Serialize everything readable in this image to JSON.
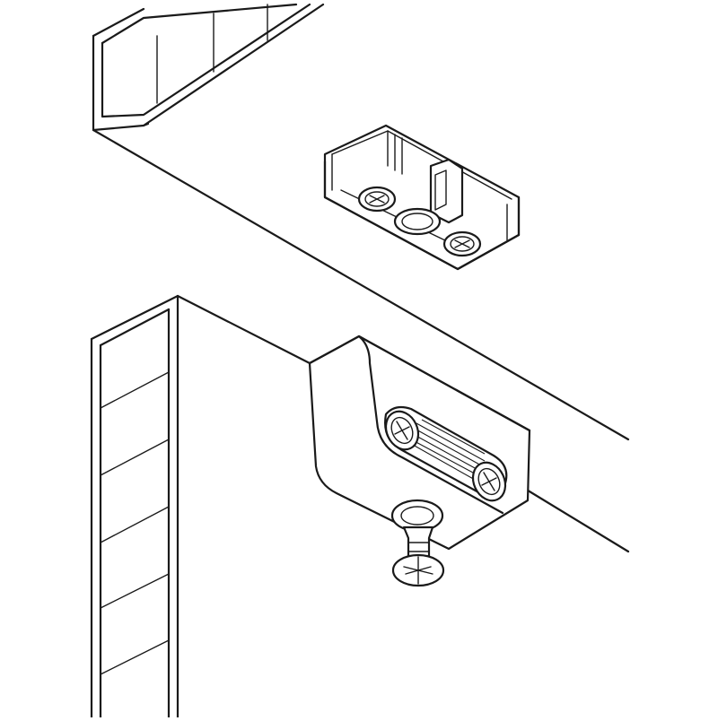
{
  "diagram": {
    "subject": "panel-connector-fitting",
    "parts": [
      {
        "name": "upper-panel-edge"
      },
      {
        "name": "cam-housing"
      },
      {
        "name": "lower-panel-edge"
      },
      {
        "name": "connector-block"
      },
      {
        "name": "mounting-screw"
      }
    ]
  }
}
